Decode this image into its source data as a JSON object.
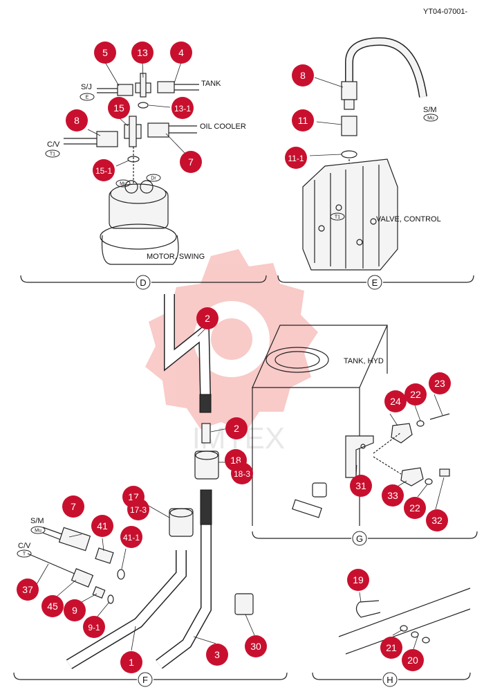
{
  "header": {
    "code": "YT04-07001-"
  },
  "labels": {
    "tank_top": "TANK",
    "oil_cooler": "OIL COOLER",
    "motor_swing": "MOTOR, SWING",
    "valve_control": "VALVE, CONTROL",
    "tank_hyd": "TANK, HYD",
    "sj": "S/J",
    "cv_d": "C/V",
    "sm_e": "S/M",
    "sm_f": "S/M",
    "cv_f": "C/V"
  },
  "tags": {
    "e": "E",
    "t1_d": "T1",
    "mu_d": "Mu",
    "dr": "Dr",
    "mu_e": "Mu",
    "t1_e": "T1",
    "mu_f": "Mu",
    "t_f": "T"
  },
  "sections": {
    "d": "D",
    "e": "E",
    "f": "F",
    "g": "G",
    "h": "H"
  },
  "callouts": {
    "c5": "5",
    "c13": "13",
    "c4": "4",
    "c13_1": "13-1",
    "c15": "15",
    "c8_d": "8",
    "c7_d": "7",
    "c15_1": "15-1",
    "c8_e": "8",
    "c11": "11",
    "c11_1": "11-1",
    "c2_a": "2",
    "c2_b": "2",
    "c18": "18",
    "c18_3": "18-3",
    "c17": "17",
    "c17_3": "17-3",
    "c7_f": "7",
    "c41": "41",
    "c41_1": "41-1",
    "c37": "37",
    "c45": "45",
    "c9": "9",
    "c9_1": "9-1",
    "c1": "1",
    "c3": "3",
    "c30": "30",
    "c24": "24",
    "c22_a": "22",
    "c23": "23",
    "c31": "31",
    "c33": "33",
    "c22_b": "22",
    "c32": "32",
    "c19": "19",
    "c21": "21",
    "c20": "20"
  },
  "watermark": {
    "text": "IMTEX",
    "color": "#e8463c"
  },
  "colors": {
    "callout": "#c8102e"
  }
}
